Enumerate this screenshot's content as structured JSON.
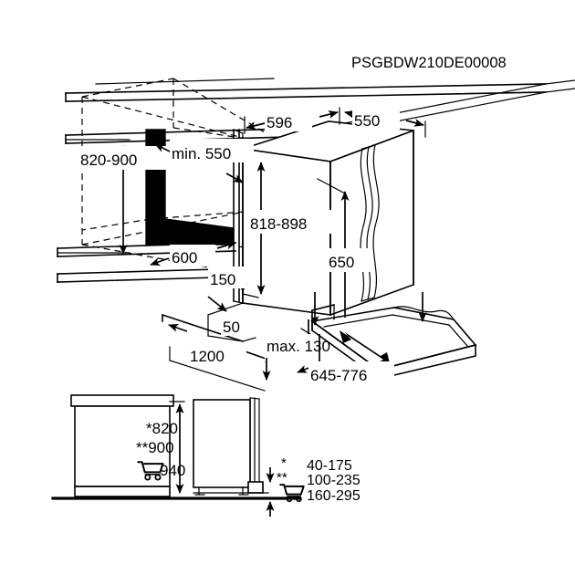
{
  "title": "PSGBDW210DE00008",
  "dimensions": {
    "niche_height": "820-900",
    "niche_depth_min": "min. 550",
    "niche_width": "600",
    "appliance_width": "596",
    "appliance_depth": "550",
    "appliance_height": "818-898",
    "door_height": "650",
    "plinth_height": "150",
    "foot_offset": "50",
    "floor_span": "1200",
    "door_clearance_max": "max. 130",
    "door_open_depth": "645-776",
    "worktop_height_one_star": "*820",
    "worktop_height_two_star": "**900",
    "worktop_height_cart": "940"
  },
  "legend": {
    "one_star_symbol": "*",
    "one_star_value": "40-175",
    "two_star_symbol": "**",
    "two_star_value": "100-235",
    "cart_symbol": "shopping-trolley-icon",
    "cart_value": "160-295"
  },
  "colors": {
    "line": "#000000",
    "fill": "#000000",
    "background": "#ffffff"
  }
}
